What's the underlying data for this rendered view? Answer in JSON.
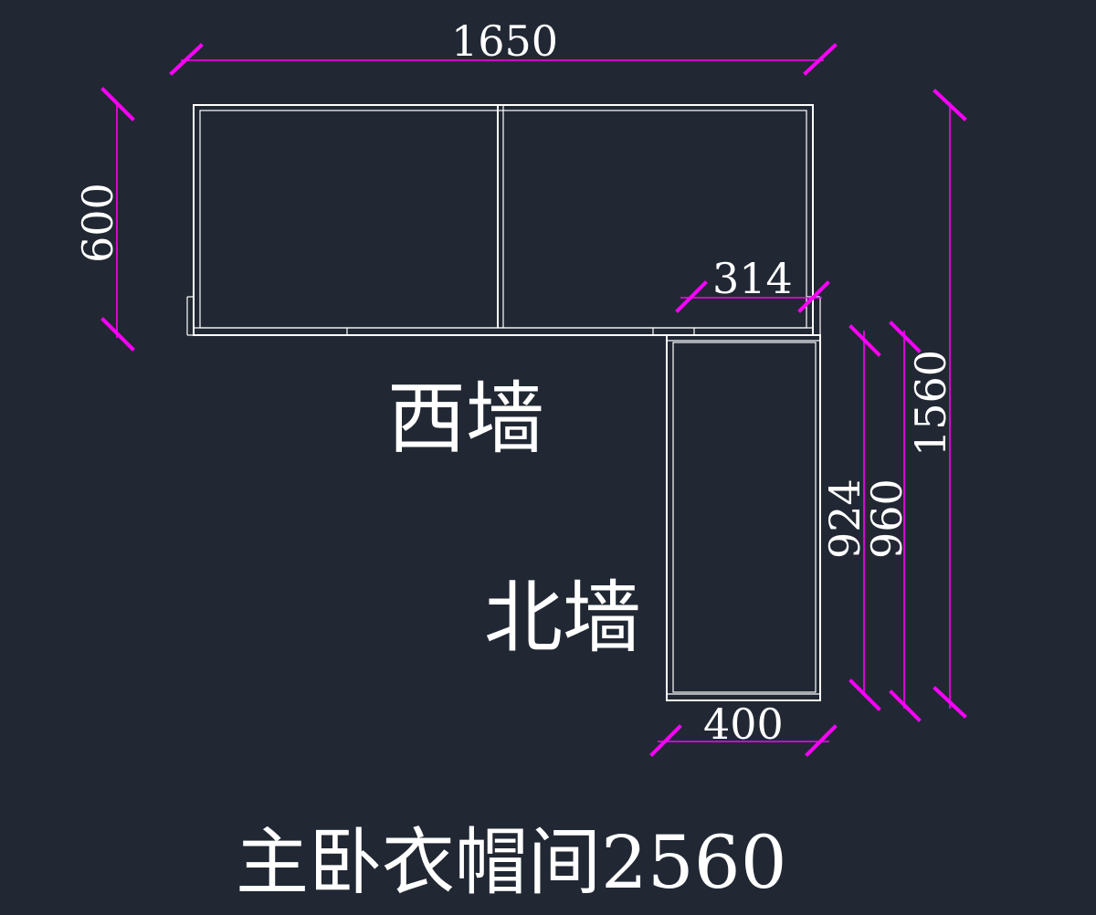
{
  "colors": {
    "background": "#212833",
    "cabinet_lines": "#ffffff",
    "dimension_lines": "#ff00ff"
  },
  "dimensions": {
    "width_top": "1650",
    "height_left": "600",
    "width_corner": "314",
    "height_total": "1560",
    "height_inner": "924",
    "height_outer": "960",
    "width_bottom": "400"
  },
  "labels": {
    "west_wall": "西墙",
    "north_wall": "北墙",
    "title": "主卧衣帽间2560"
  }
}
